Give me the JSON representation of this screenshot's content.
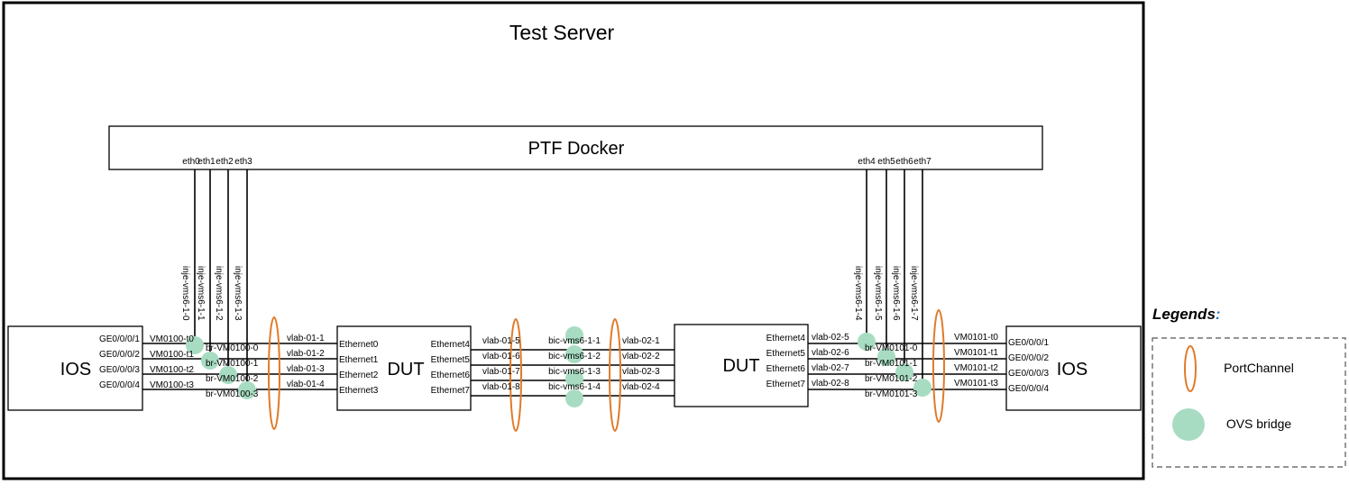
{
  "server": {
    "title": "Test Server"
  },
  "ptf": {
    "title": "PTF Docker",
    "left_eths": [
      "eth0",
      "eth1",
      "eth2",
      "eth3"
    ],
    "right_eths": [
      "eth4",
      "eth5",
      "eth6",
      "eth7"
    ],
    "left_injects": [
      "inje-vms6-1-0",
      "inje-vms6-1-1",
      "inje-vms6-1-2",
      "inje-vms6-1-3"
    ],
    "right_injects": [
      "inje-vms6-1-4",
      "inje-vms6-1-5",
      "inje-vms6-1-6",
      "inje-vms6-1-7"
    ]
  },
  "ios_left": {
    "label": "IOS",
    "ports": [
      "GE0/0/0/1",
      "GE0/0/0/2",
      "GE0/0/0/3",
      "GE0/0/0/4"
    ],
    "taps": [
      "VM0100-t0",
      "VM0100-t1",
      "VM0100-t2",
      "VM0100-t3"
    ],
    "bridges": [
      "br-VM0100-0",
      "br-VM0100-1",
      "br-VM0100-2",
      "br-VM0100-3"
    ]
  },
  "dut_left": {
    "label": "DUT",
    "left_ports": [
      "Ethernet0",
      "Ethernet1",
      "Ethernet2",
      "Ethernet3"
    ],
    "right_ports": [
      "Ethernet4",
      "Ethernet5",
      "Ethernet6",
      "Ethernet7"
    ],
    "vlans_in": [
      "vlab-01-1",
      "vlab-01-2",
      "vlab-01-3",
      "vlab-01-4"
    ],
    "vlans_out": [
      "vlab-01-5",
      "vlab-01-6",
      "vlab-01-7",
      "vlab-01-8"
    ]
  },
  "middle_bridges": [
    "bic-vms6-1-1",
    "bic-vms6-1-2",
    "bic-vms6-1-3",
    "bic-vms6-1-4"
  ],
  "dut_right": {
    "label": "DUT",
    "left_ports": [
      "Ethernet4",
      "Ethernet5",
      "Ethernet6",
      "Ethernet7"
    ],
    "vlans_in": [
      "vlab-02-1",
      "vlab-02-2",
      "vlab-02-3",
      "vlab-02-4"
    ],
    "vlans_out": [
      "vlab-02-5",
      "vlab-02-6",
      "vlab-02-7",
      "vlab-02-8"
    ]
  },
  "ios_right": {
    "label": "IOS",
    "ports": [
      "GE0/0/0/1",
      "GE0/0/0/2",
      "GE0/0/0/3",
      "GE0/0/0/4"
    ],
    "taps": [
      "VM0101-t0",
      "VM0101-t1",
      "VM0101-t2",
      "VM0101-t3"
    ],
    "bridges": [
      "br-VM0101-0",
      "br-VM0101-1",
      "br-VM0101-2",
      "br-VM0101-3"
    ]
  },
  "legend": {
    "title": "Legends",
    "title_suffix": ":",
    "items": [
      {
        "label": "PortChannel",
        "symbol": "orange-ellipse"
      },
      {
        "label": "OVS bridge",
        "symbol": "green-circle"
      }
    ]
  },
  "colors": {
    "portchannel": "#e07b2a",
    "bridge": "#a8dcc2",
    "legend_colon": "#2e75b6"
  }
}
